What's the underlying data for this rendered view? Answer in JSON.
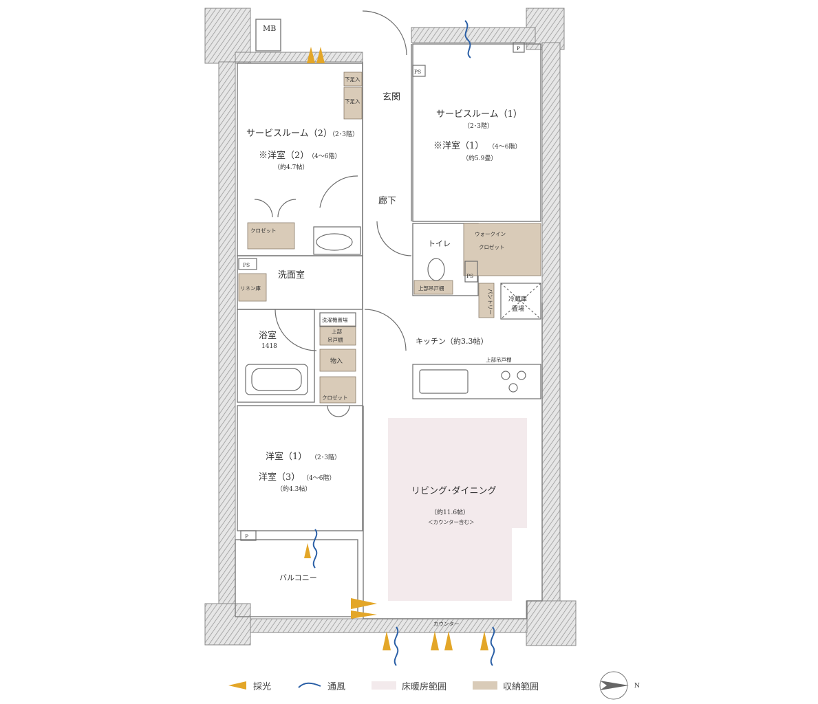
{
  "rooms": {
    "mb": "MB",
    "genkan": "玄関",
    "shita_ashi_1": "下足入",
    "shita_ashi_2": "下足入",
    "service2_title": "サービスルーム（2）",
    "service2_floors": "（2･3階）",
    "youshitsu2_title": "※洋室（2）",
    "youshitsu2_floors": "（4〜6階）",
    "service2_area": "（約4.7帖）",
    "service1_title": "サービスルーム（1）",
    "service1_floors": "（2･3階）",
    "youshitsu1b_title": "※洋室（1）",
    "youshitsu1b_floors": "（4〜6階）",
    "service1_area": "（約5.9畳）",
    "rouka": "廊下",
    "closet_1": "クロゼット",
    "toilet": "トイレ",
    "walkin_1": "ウォークイン",
    "walkin_2": "クロゼット",
    "ps_1": "PS",
    "ps_2": "PS",
    "ps_3": "PS",
    "p_1": "P",
    "p_2": "P",
    "senmen": "洗面室",
    "linen": "リネン庫",
    "jobu_todana_1": "上部吊戸棚",
    "pantry": "パントリー",
    "reizouko_1": "冷蔵庫",
    "reizouko_2": "置場",
    "sentakuki": "洗濯機置場",
    "jobu_1": "上部",
    "jobu_2": "吊戸棚",
    "yokushitsu": "浴室",
    "yokushitsu_size": "1418",
    "kitchen": "キッチン（約3.3帖）",
    "monoire": "物入",
    "jobu_todana_2": "上部吊戸棚",
    "closet_2": "クロゼット",
    "youshitsu1_title": "洋室（1）",
    "youshitsu1_floors": "（2･3階）",
    "youshitsu3_title": "洋室（3）",
    "youshitsu3_floors": "（4〜6階）",
    "youshitsu1_area": "（約4.3帖）",
    "living": "リビング･ダイニング",
    "living_area": "（約11.6帖）",
    "living_note": "＜カウンター含む＞",
    "balcony": "バルコニー",
    "counter": "カウンター"
  },
  "legend": [
    {
      "label": "採光",
      "color": "#e3a628"
    },
    {
      "label": "通風",
      "color": "#2a5fa6"
    },
    {
      "label": "床暖房範囲",
      "color": "#f3eaec"
    },
    {
      "label": "収納範囲",
      "color": "#d9cbb8"
    }
  ],
  "compass": {
    "label": "N"
  },
  "colors": {
    "wall": "#bdbdbd",
    "storage": "#d9cbb8",
    "floor_heating": "#f3eaec",
    "light": "#e3a628",
    "wind": "#2a5fa6"
  }
}
